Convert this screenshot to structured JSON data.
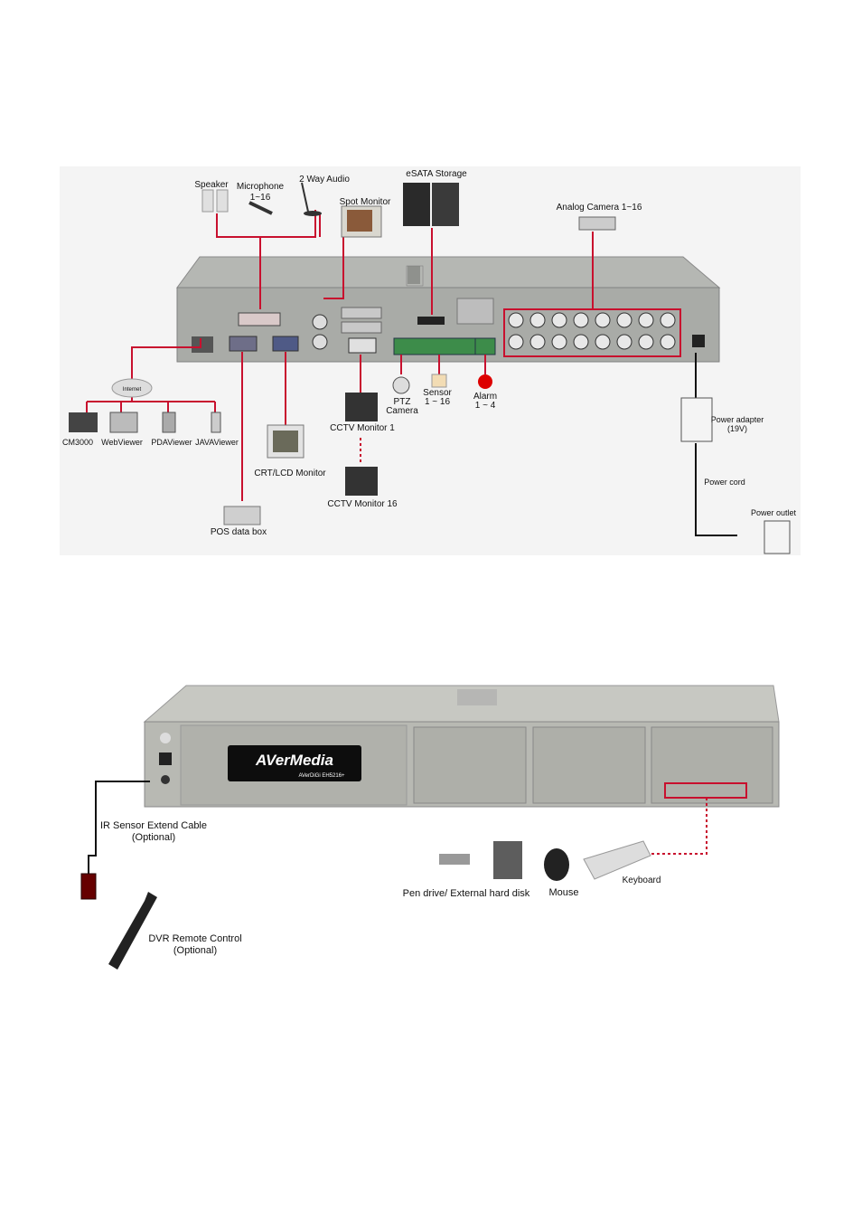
{
  "rear": {
    "labels": {
      "speaker": "Speaker",
      "microphone": "Microphone",
      "microphone_range": "1~16",
      "two_way_audio": "2 Way Audio",
      "spot_monitor": "Spot Monitor",
      "esata": "eSATA Storage",
      "analog_camera": "Analog Camera 1~16",
      "internet": "Internet",
      "cm3000": "CM3000",
      "webviewer": "WebViewer",
      "pdaviewer": "PDAViewer",
      "javaviewer": "JAVAViewer",
      "crt_lcd": "CRT/LCD Monitor",
      "pos": "POS data box",
      "cctv1": "CCTV Monitor 1",
      "cctv16": "CCTV Monitor 16",
      "ptz_1": "PTZ",
      "ptz_2": "Camera",
      "sensor_1": "Sensor",
      "sensor_2": "1 ~ 16",
      "alarm_1": "Alarm",
      "alarm_2": "1 ~ 4",
      "power_adapter_1": "Power adapter",
      "power_adapter_2": "(19V)",
      "power_cord": "Power cord",
      "power_outlet": "Power outlet"
    },
    "colors": {
      "link": "#c8102e",
      "chassis": "#a9aba7"
    }
  },
  "front": {
    "labels": {
      "brand": "AVerMedia",
      "model_badge": "AVerDiGi EH5216+",
      "ir_sensor_1": "IR Sensor Extend Cable",
      "ir_sensor_2": "(Optional)",
      "remote_1": "DVR Remote Control",
      "remote_2": "(Optional)",
      "pen_drive": "Pen drive/ External hard disk",
      "mouse": "Mouse",
      "keyboard": "Keyboard"
    },
    "colors": {
      "link": "#c8102e",
      "chassis": "#b8b9b3"
    }
  }
}
